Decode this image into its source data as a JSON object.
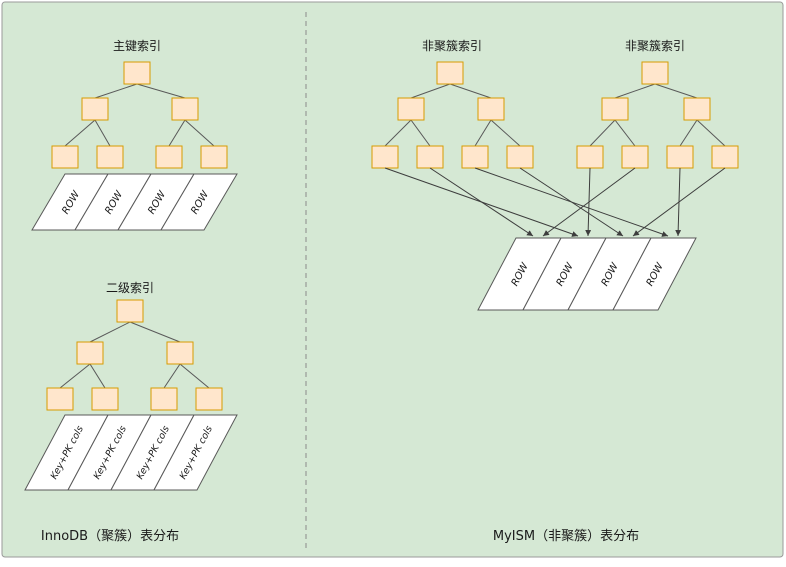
{
  "colors": {
    "background": "#d5e8d4",
    "node_fill": "#ffe6cc",
    "node_stroke": "#d79b00",
    "cell_fill": "#ffffff",
    "line": "#595959"
  },
  "left": {
    "primary_title": "主键索引",
    "secondary_title": "二级索引",
    "primary_rows": [
      "ROW",
      "ROW",
      "ROW",
      "ROW"
    ],
    "secondary_rows": [
      "Key+PK cols",
      "Key+PK cols",
      "Key+PK cols",
      "Key+PK cols"
    ],
    "caption": "InnoDB（聚簇）表分布"
  },
  "right": {
    "title_1": "非聚簇索引",
    "title_2": "非聚簇索引",
    "rows": [
      "ROW",
      "ROW",
      "ROW",
      "ROW"
    ],
    "caption": "MyISM（非聚簇）表分布"
  }
}
